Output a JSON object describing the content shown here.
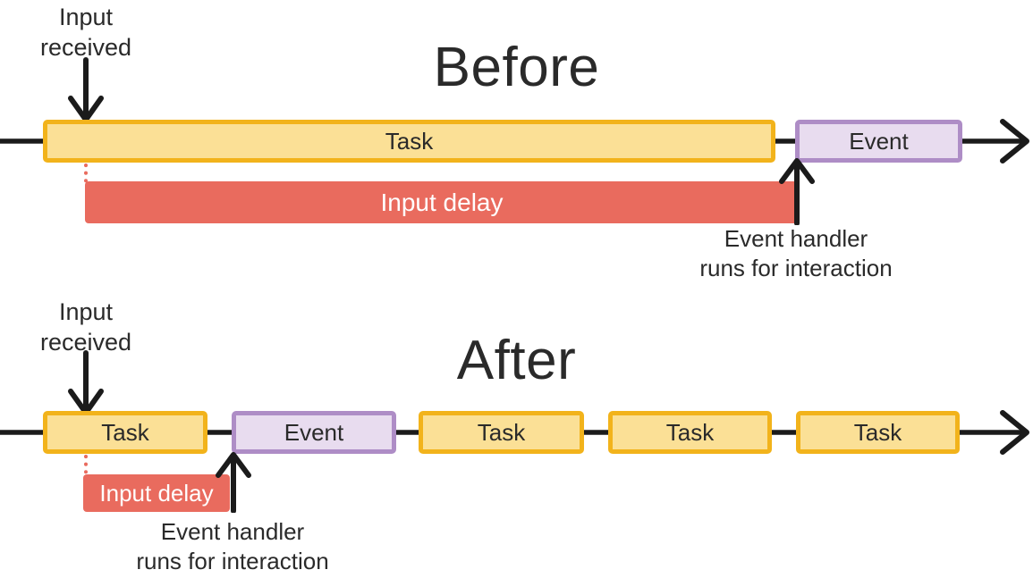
{
  "colors": {
    "task-fill": "#FBE096",
    "task-border": "#F2B31B",
    "event-fill": "#E8DCEF",
    "event-border": "#AE8DC6",
    "delay-fill": "#E96B5E",
    "delay-text": "#FFFFFF",
    "line": "#1B1B1B",
    "text": "#2A2A2A"
  },
  "before": {
    "title": "Before",
    "input_received": {
      "line1": "Input",
      "line2": "received"
    },
    "task_label": "Task",
    "event_label": "Event",
    "input_delay_label": "Input delay",
    "event_handler": {
      "line1": "Event handler",
      "line2": "runs for interaction"
    }
  },
  "after": {
    "title": "After",
    "input_received": {
      "line1": "Input",
      "line2": "received"
    },
    "segments": [
      {
        "type": "task",
        "label": "Task"
      },
      {
        "type": "event",
        "label": "Event"
      },
      {
        "type": "task",
        "label": "Task"
      },
      {
        "type": "task",
        "label": "Task"
      },
      {
        "type": "task",
        "label": "Task"
      }
    ],
    "input_delay_label": "Input delay",
    "event_handler": {
      "line1": "Event handler",
      "line2": "runs for interaction"
    }
  }
}
